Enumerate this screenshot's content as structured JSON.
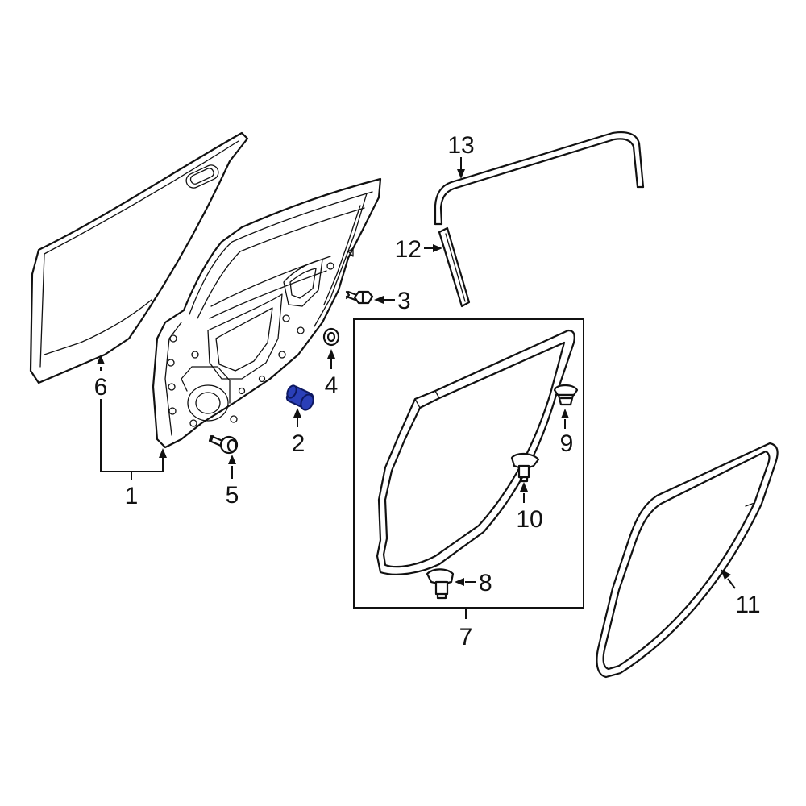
{
  "callouts": {
    "c1": "1",
    "c2": "2",
    "c3": "3",
    "c4": "4",
    "c5": "5",
    "c6": "6",
    "c7": "7",
    "c8": "8",
    "c9": "9",
    "c10": "10",
    "c11": "11",
    "c12": "12",
    "c13": "13"
  },
  "colors": {
    "line": "#111111",
    "highlight": "#2a3fb8",
    "background": "#ffffff"
  },
  "highlighted_part": "2"
}
